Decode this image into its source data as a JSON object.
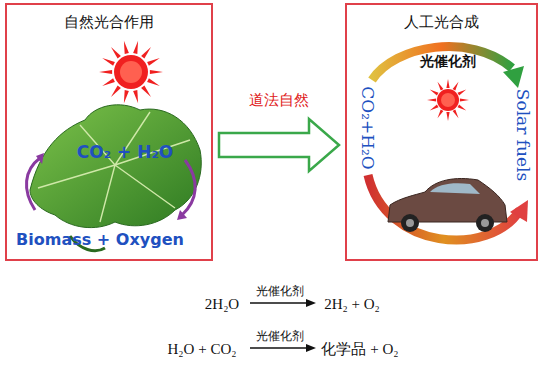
{
  "diagram": {
    "nodes": [
      {
        "text": [
          "自然光合作用"
        ]
      },
      {
        "text": [
          "人工光合成"
        ]
      }
    ],
    "edges": [
      {
        "from": 0,
        "to": 1,
        "label": "道法自然",
        "arrow": "to"
      }
    ],
    "labels": [
      "CO₂ + H₂O",
      "Biomass + Oxygen",
      "光催化剂",
      "CO₂+H₂O",
      "Solar fuels",
      "2H₂O",
      "光催化剂",
      "2H₂ + O₂",
      "H₂O + CO₂",
      "光催化剂",
      "化学品 + O₂"
    ]
  }
}
